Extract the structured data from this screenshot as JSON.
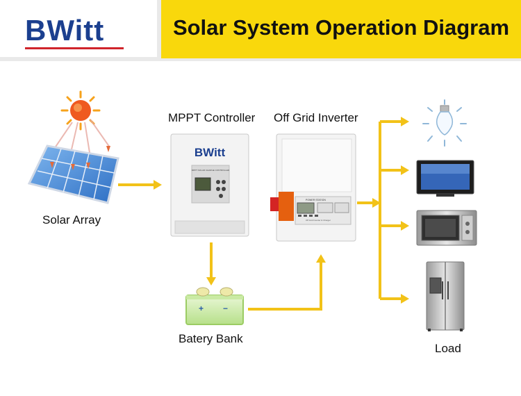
{
  "header": {
    "logo": "BWitt",
    "title": "Solar System Operation Diagram"
  },
  "components": {
    "solar_array": "Solar Array",
    "mppt_controller": "MPPT Controller",
    "inverter": "Off Grid Inverter",
    "battery_bank": "Batery Bank",
    "load": "Load"
  },
  "device_text": {
    "controller_brand": "BWitt",
    "controller_model": "MPPT SOLAR CHARGE CONTROLLER",
    "inverter_brand": "POWER STATION",
    "inverter_model": "Off Grid Inverter & Charger"
  },
  "battery_terminals": {
    "plus": "+",
    "minus": "−"
  },
  "colors": {
    "arrow": "#f2c218",
    "title_bg": "#f9d80c",
    "brand": "#1b3f8f",
    "accent": "#d0242b"
  }
}
